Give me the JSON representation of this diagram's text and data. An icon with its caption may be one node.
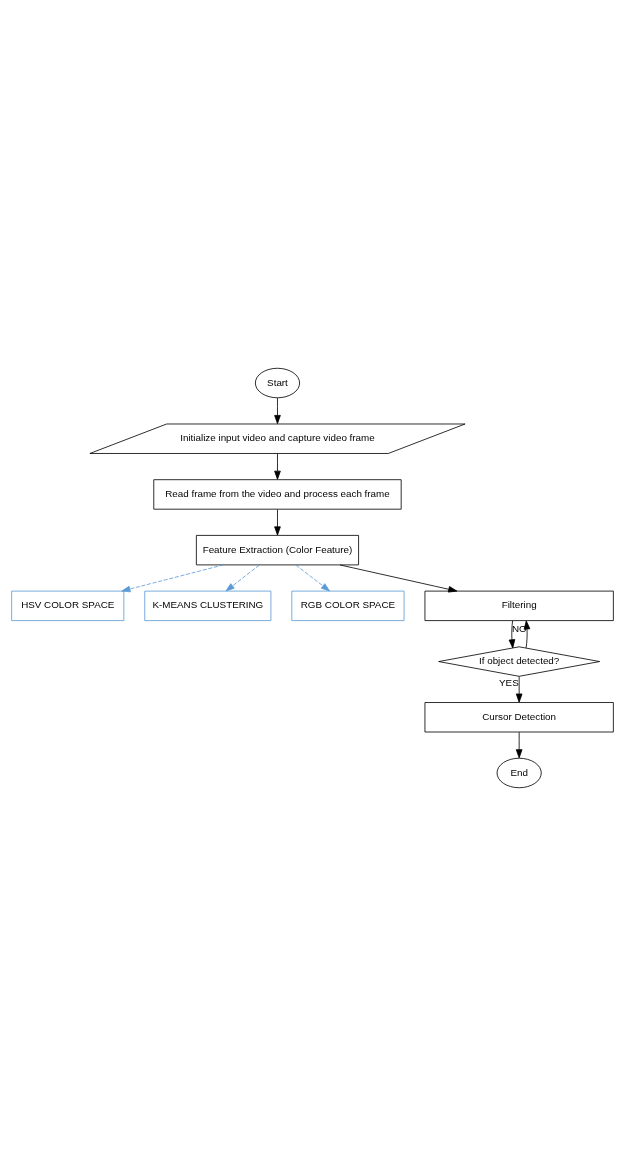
{
  "diagram": {
    "nodes": [
      {
        "text": [
          "Start"
        ]
      },
      {
        "text": [
          "Initialize input video and capture video frame"
        ]
      },
      {
        "text": [
          "Read frame from the video and process each frame"
        ]
      },
      {
        "text": [
          "Feature Extraction (Color Feature)"
        ]
      },
      {
        "text": [
          "HSV COLOR SPACE"
        ]
      },
      {
        "text": [
          "K-MEANS CLUSTERING"
        ]
      },
      {
        "text": [
          "RGB COLOR SPACE"
        ]
      },
      {
        "text": [
          "Filtering"
        ]
      },
      {
        "text": [
          "If object detected?"
        ]
      },
      {
        "text": [
          "Cursor Detection"
        ]
      },
      {
        "text": [
          "End"
        ]
      }
    ],
    "edges": [
      {
        "from": 0,
        "to": 1,
        "arrow": "to"
      },
      {
        "from": 1,
        "to": 2,
        "arrow": "to"
      },
      {
        "from": 2,
        "to": 3,
        "arrow": "to"
      },
      {
        "from": 3,
        "to": 4,
        "arrow": "to",
        "style": "dashed",
        "color": "#5b9bd5"
      },
      {
        "from": 3,
        "to": 5,
        "arrow": "to",
        "style": "dashed",
        "color": "#5b9bd5"
      },
      {
        "from": 3,
        "to": 6,
        "arrow": "to",
        "style": "dashed",
        "color": "#5b9bd5"
      },
      {
        "from": 3,
        "to": 7,
        "arrow": "to"
      },
      {
        "from": 7,
        "to": 8,
        "arrow": "to"
      },
      {
        "from": 8,
        "to": 7,
        "arrow": "to",
        "label": "NO"
      },
      {
        "from": 8,
        "to": 9,
        "arrow": "to",
        "label": "YES"
      },
      {
        "from": 9,
        "to": 10,
        "arrow": "to"
      }
    ]
  }
}
